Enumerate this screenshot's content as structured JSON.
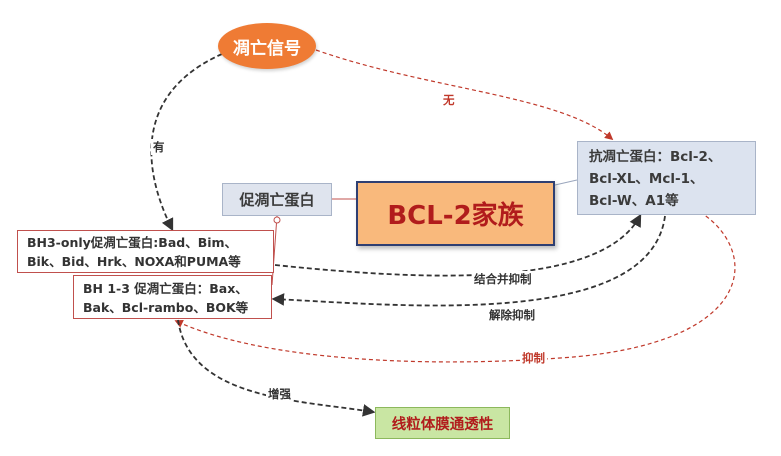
{
  "nodes": {
    "apoptosis_signal": "凋亡信号",
    "bcl2_family": "BCL-2家族",
    "pro_apoptotic": "促凋亡蛋白",
    "anti_apoptotic": {
      "line1": "抗凋亡蛋白：Bcl-2、",
      "line2": "Bcl-XL、Mcl-1、",
      "line3": "Bcl-W、A1等"
    },
    "bh3_only": {
      "line1": "BH3-only促凋亡蛋白:Bad、Bim、",
      "line2": "Bik、Bid、Hrk、NOXA和PUMA等"
    },
    "bh1_3": {
      "line1": "BH 1-3 促凋亡蛋白：Bax、",
      "line2": "Bak、Bcl-rambo、BOK等"
    },
    "mito_permeability": "线粒体膜通透性"
  },
  "edges": {
    "no": "无",
    "yes": "有",
    "bind_inhibit": "结合并抑制",
    "relieve_inhibit": "解除抑制",
    "inhibit": "抑制",
    "enhance": "增强"
  },
  "colors": {
    "signal_fill": "#ef7b34",
    "bcl2_fill": "#f9b97c",
    "bcl2_text": "#b11c1c",
    "box_blue": "#dce3ef",
    "box_border_red": "#c0504d",
    "mito_fill": "#c9e6a3",
    "red_dashed": "#c0392b",
    "dark_dashed": "#333333"
  }
}
